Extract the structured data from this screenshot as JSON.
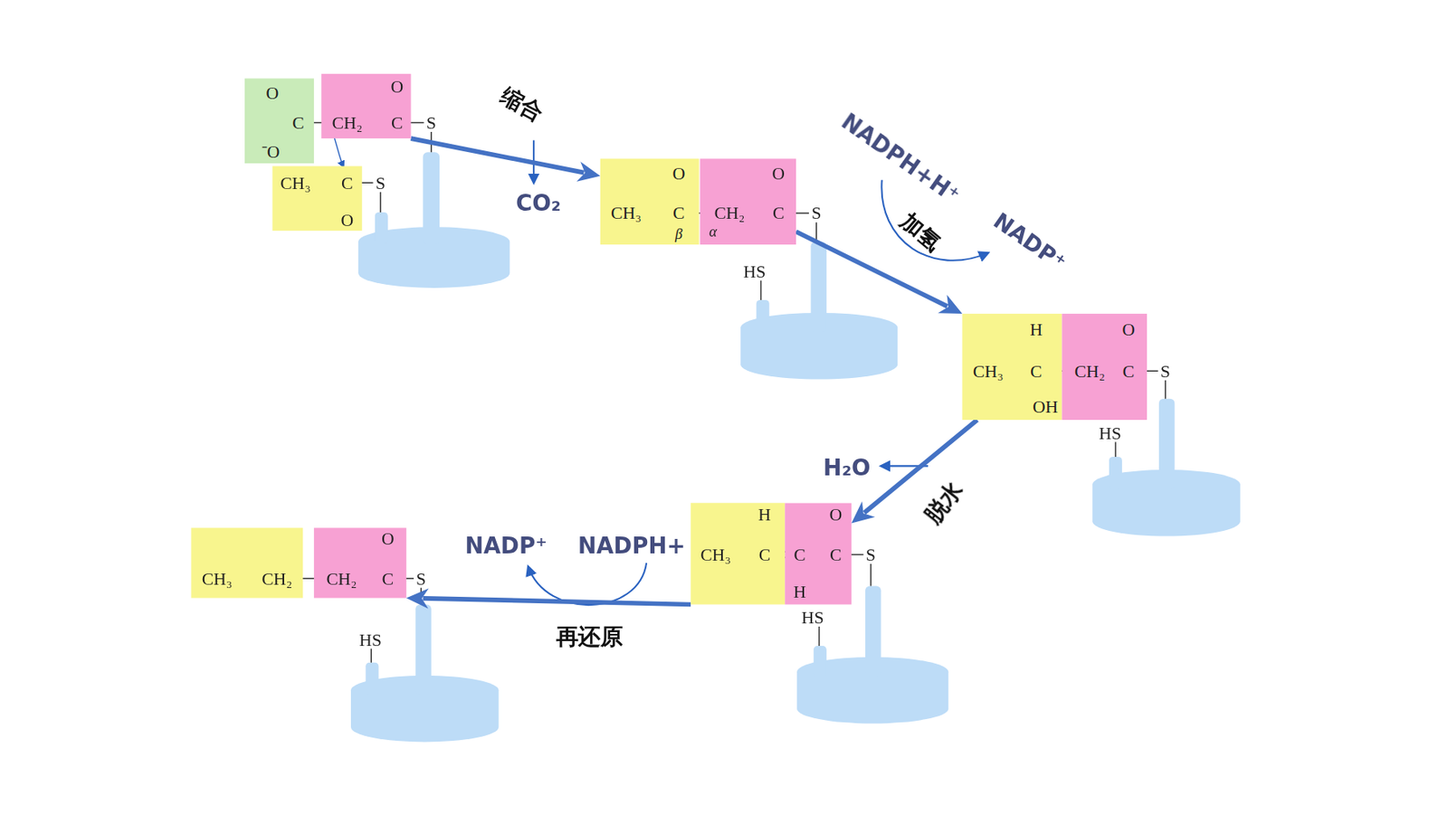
{
  "diagram": {
    "nodes": [
      {
        "text": [
          "O",
          "C",
          "⁻O"
        ]
      },
      {
        "text": [
          "O",
          "CH₂",
          "C"
        ]
      },
      {
        "text": [
          "CH₃",
          "C",
          "O"
        ]
      },
      {
        "text": [
          "O",
          "CH₃",
          "C",
          "β"
        ]
      },
      {
        "text": [
          "O",
          "CH₂",
          "C",
          "α"
        ]
      },
      {
        "text": [
          "H",
          "CH₃",
          "C",
          "OH"
        ]
      },
      {
        "text": [
          "O",
          "CH₂",
          "C"
        ]
      },
      {
        "text": [
          "H",
          "CH₃",
          "C"
        ]
      },
      {
        "text": [
          "O",
          "C",
          "C",
          "H"
        ]
      },
      {
        "text": [
          "CH₃",
          "CH₂"
        ]
      },
      {
        "text": [
          "O",
          "CH₂",
          "C"
        ]
      }
    ],
    "edges": [
      {
        "from": 1,
        "to": 3,
        "label": "缩合",
        "arrow": "to"
      },
      {
        "from": 4,
        "to": 5,
        "label": "加氢",
        "arrow": "to"
      },
      {
        "from": 5,
        "to": 8,
        "label": "脱水",
        "arrow": "to"
      },
      {
        "from": 7,
        "to": 10,
        "label": "再还原",
        "arrow": "to"
      }
    ],
    "labels": [
      "S",
      "S",
      "CO₂",
      "S",
      "HS",
      "NADPH+H⁺",
      "NADP⁺",
      "S",
      "HS",
      "H₂O",
      "NADP⁺",
      "NADPH+",
      "S",
      "HS",
      "S",
      "HS"
    ]
  }
}
